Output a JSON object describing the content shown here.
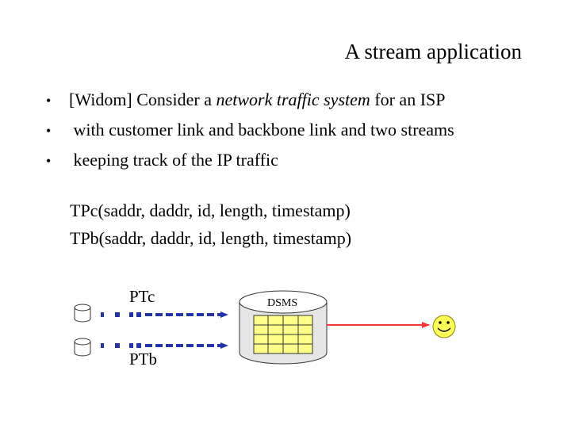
{
  "slide": {
    "title": "A stream application",
    "bullets": [
      {
        "prefix": "[Widom] Consider a ",
        "emphasis": "network traffic system",
        "suffix": " for an ISP"
      },
      {
        "text": " with customer link and backbone link and two streams"
      },
      {
        "text": " keeping track of the IP traffic"
      }
    ],
    "bullet_char": "•",
    "schemas": [
      "TPc(saddr, daddr, id, length, timestamp)",
      "TPb(saddr, daddr, id, length, timestamp)"
    ]
  },
  "diagram": {
    "stream_c_label": "PTc",
    "stream_b_label": "PTb",
    "dsms_label": "DSMS",
    "colors": {
      "stream_arrow": "#2233aa",
      "output_arrow": "#ff3333",
      "smiley_fill": "#ffff55",
      "dsms_fill": "#e6e6e6"
    },
    "icons": [
      "database-icon",
      "smiley-icon"
    ]
  }
}
